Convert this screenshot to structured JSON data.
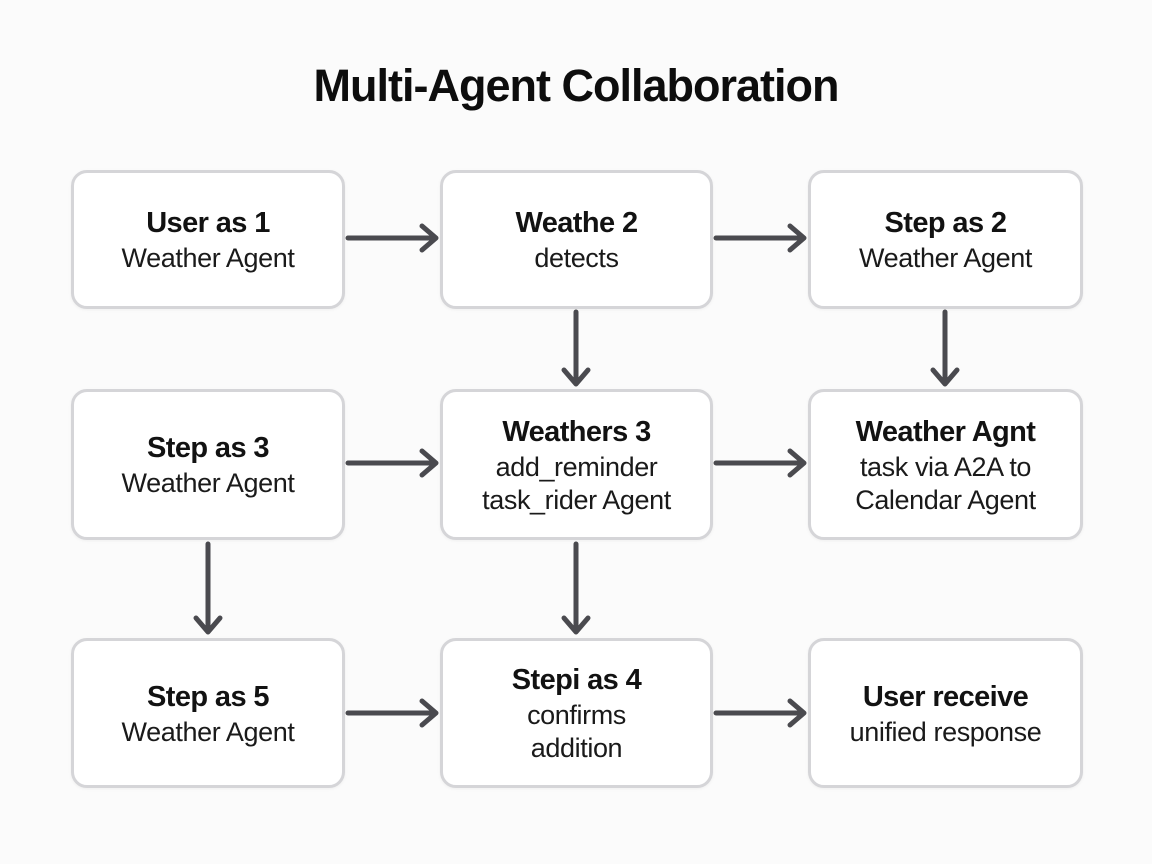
{
  "title": "Multi-Agent Collaboration",
  "colors": {
    "background": "#fbfbfb",
    "node_border": "#d5d5d8",
    "arrow": "#4a4a4f"
  },
  "nodes": [
    {
      "title": "User as 1",
      "lines": [
        "Weather Agent",
        ""
      ]
    },
    {
      "title": "Weathe 2",
      "lines": [
        "detects",
        ""
      ]
    },
    {
      "title": "Step as 2",
      "lines": [
        "Weather Agent",
        ""
      ]
    },
    {
      "title": "Step as 3",
      "lines": [
        "Weather Agent",
        ""
      ]
    },
    {
      "title": "Weathers 3",
      "lines": [
        "add_reminder",
        "task_rider Agent"
      ]
    },
    {
      "title": "Weather Agnt",
      "lines": [
        "task via A2A to",
        "Calendar Agent"
      ]
    },
    {
      "title": "Step as 5",
      "lines": [
        "Weather Agent",
        ""
      ]
    },
    {
      "title": "Stepi as 4",
      "lines": [
        "confirms",
        "addition"
      ]
    },
    {
      "title": "User receive",
      "lines": [
        "unified response",
        ""
      ]
    }
  ]
}
